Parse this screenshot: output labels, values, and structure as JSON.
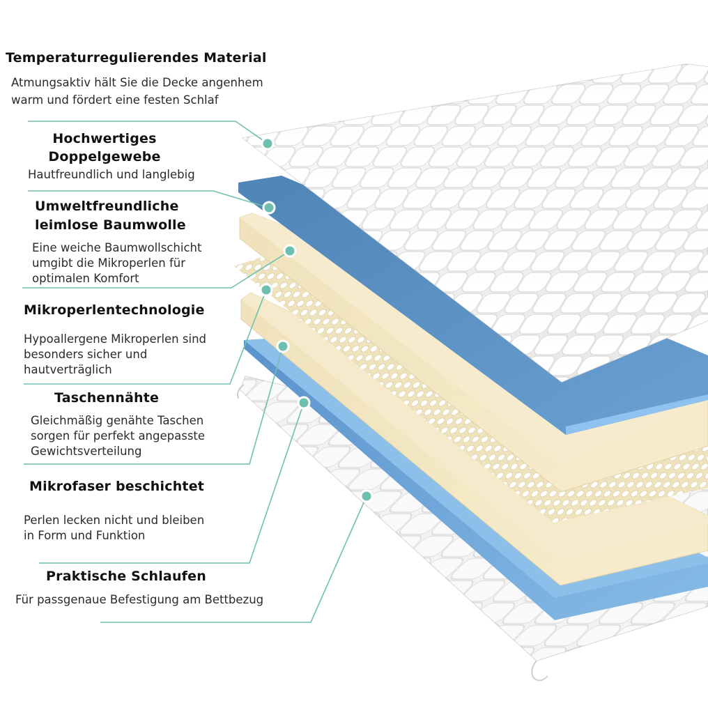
{
  "colors": {
    "accent_line": "#6fbfb0",
    "quilt_white": "#f7f7f7",
    "blue_layer_top": "#5e93c5",
    "blue_layer_bottom": "#7fb4e0",
    "cream_layer": "#f1e4bf"
  },
  "features": [
    {
      "title": "Temperaturregulierendes Material",
      "description": [
        "Atmungsaktiv hält Sie die Decke angenhem",
        "warm und fördert eine festen Schlaf"
      ]
    },
    {
      "title": [
        "Hochwertiges",
        "Doppelgewebe"
      ],
      "description": [
        "Hautfreundlich und langlebig"
      ]
    },
    {
      "title": [
        "Umweltfreundliche",
        "leimlose Baumwolle"
      ],
      "description": [
        "Eine weiche Baumwollschicht",
        "umgibt die Mikroperlen für",
        "optimalen Komfort"
      ]
    },
    {
      "title": "Mikroperlentechnologie",
      "description": [
        "Hypoallergene Mikroperlen sind",
        "besonders sicher und",
        "hautverträglich"
      ]
    },
    {
      "title": "Taschennähte",
      "description": [
        "Gleichmäßig genähte Taschen",
        "sorgen für perfekt angepasste",
        "Gewichtsverteilung"
      ]
    },
    {
      "title": "Mikrofaser beschichtet",
      "description": [
        "Perlen lecken nicht und bleiben",
        "in Form und Funktion"
      ]
    },
    {
      "title": "Praktische Schlaufen",
      "description": [
        "Für passgenaue Befestigung am Bettbezug"
      ]
    }
  ]
}
